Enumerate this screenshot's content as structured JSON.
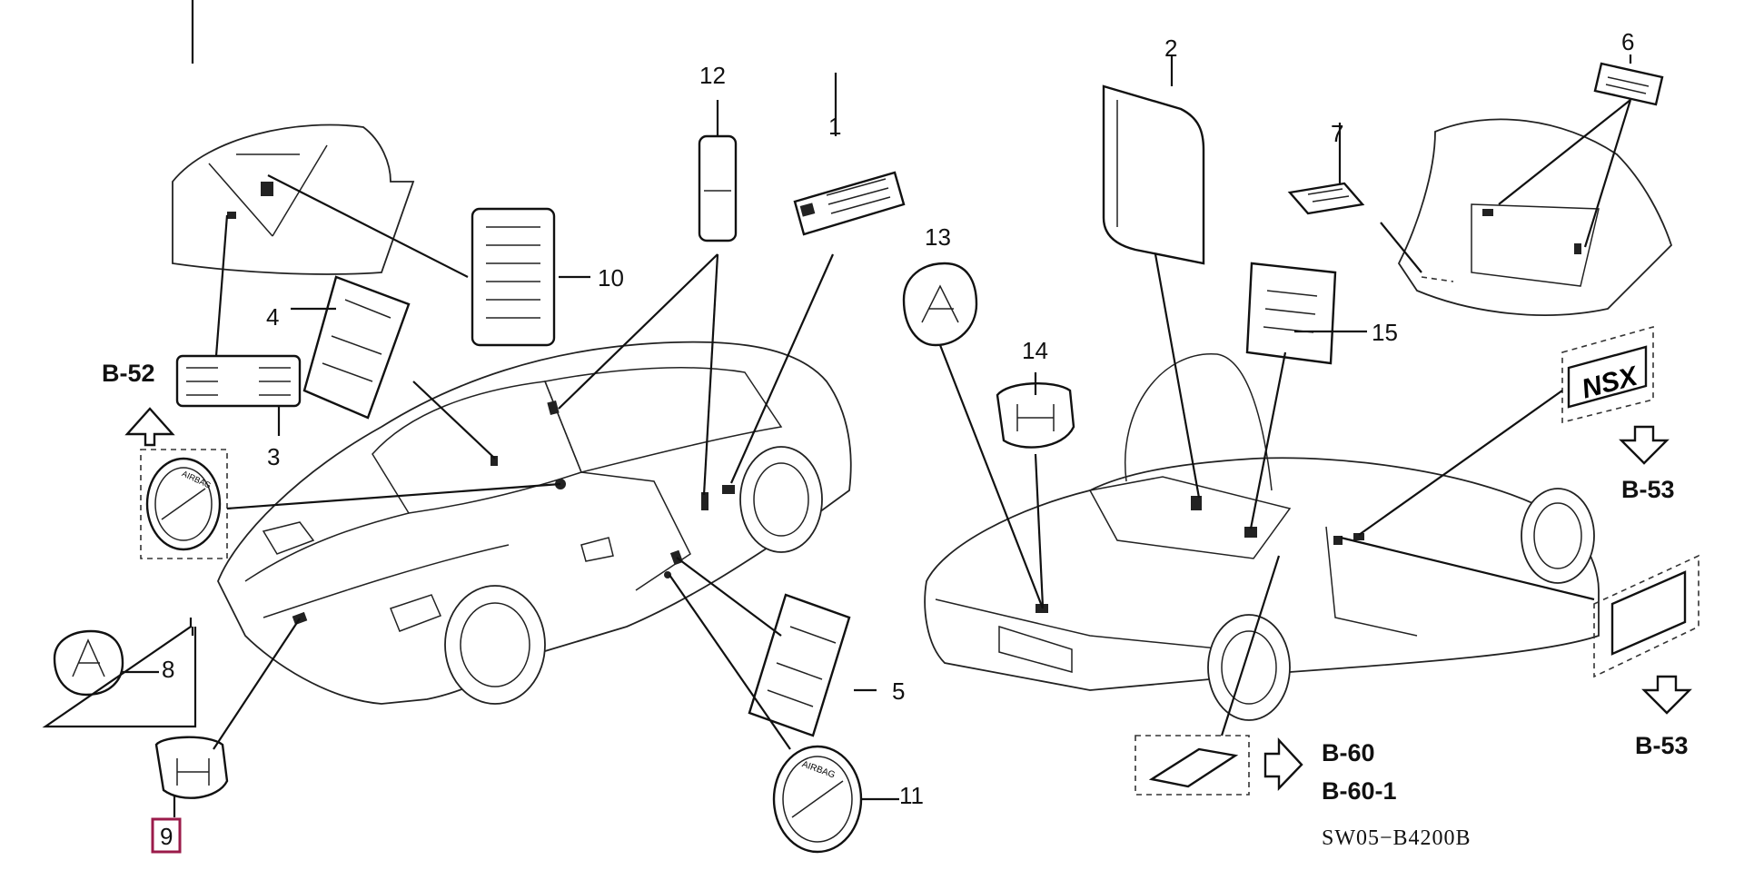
{
  "diagram": {
    "code": "SW05−B4200B",
    "callouts": {
      "c1": "1",
      "c2": "2",
      "c3": "3",
      "c4": "4",
      "c5": "5",
      "c6": "6",
      "c7": "7",
      "c8": "8",
      "c9": "9",
      "c10": "10",
      "c11": "11",
      "c12": "12",
      "c13": "13",
      "c14": "14",
      "c15": "15"
    },
    "refs": {
      "b52": "B-52",
      "b53_top": "B-53",
      "b53_bottom": "B-53",
      "b60": "B-60",
      "b60_1": "B-60-1"
    },
    "emblem_text": {
      "nsx": "NSX",
      "airbag": "AIRBAG"
    },
    "highlight_color": "#9b1b4a"
  }
}
